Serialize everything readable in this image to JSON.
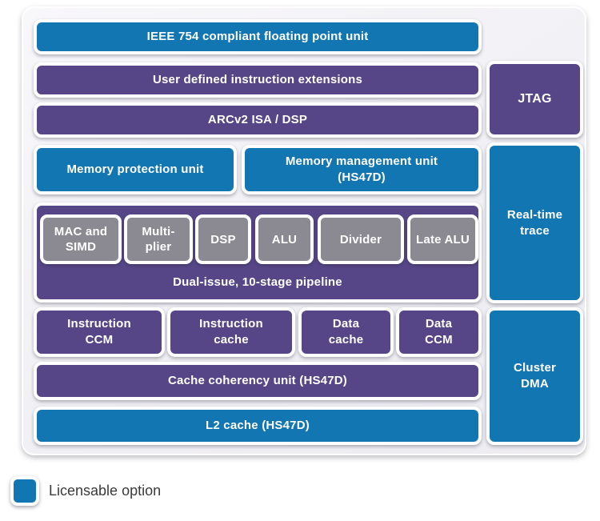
{
  "colors": {
    "licensable_blue": "#1276b3",
    "base_purple": "#564687",
    "exec_unit_gray": "#8b8a93",
    "card_background": "#f1f0f4",
    "label_text": "#ffffff",
    "legend_text": "#3a3a3a"
  },
  "blocks": {
    "fpu": "IEEE 754 compliant floating point unit",
    "user_defined_ext": "User defined instruction extensions",
    "arcv2_isa": "ARCv2 ISA / DSP",
    "jtag": "JTAG",
    "memory_protection": "Memory protection unit",
    "memory_management": "Memory management unit\n(HS47D)",
    "realtime_trace": "Real-time\ntrace",
    "instruction_ccm": "Instruction\nCCM",
    "instruction_cache": "Instruction\ncache",
    "data_cache": "Data\ncache",
    "data_ccm": "Data\nCCM",
    "cluster_dma": "Cluster\nDMA",
    "cache_coherency": "Cache coherency unit (HS47D)",
    "l2_cache": "L2 cache (HS47D)"
  },
  "pipeline": {
    "label": "Dual-issue, 10-stage pipeline",
    "units": [
      "MAC and\nSIMD",
      "Multi-\nplier",
      "DSP",
      "ALU",
      "Divider",
      "Late ALU"
    ]
  },
  "legend": {
    "label": "Licensable option"
  }
}
